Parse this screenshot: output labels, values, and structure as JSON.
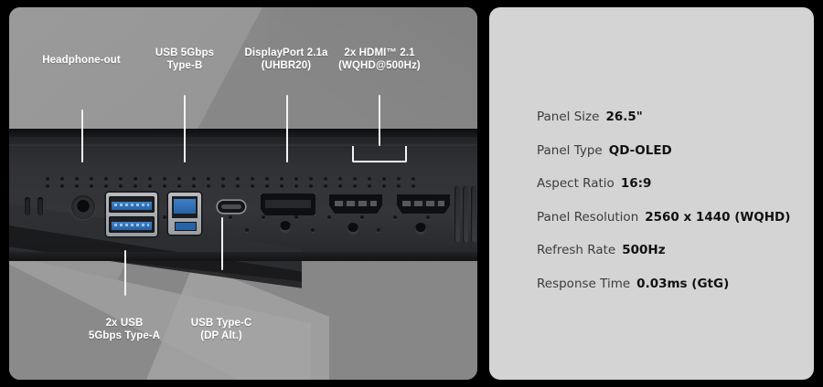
{
  "left_panel": {
    "name": "monitor-io-photo",
    "callouts_top": [
      {
        "id": "headphone-out",
        "text": "Headphone-out"
      },
      {
        "id": "usb-type-b",
        "text": "USB 5Gbps\nType-B"
      },
      {
        "id": "displayport",
        "text": "DisplayPort 2.1a\n(UHBR20)"
      },
      {
        "id": "hdmi",
        "text": "2x HDMI™ 2.1\n(WQHD@500Hz)"
      }
    ],
    "callouts_bottom": [
      {
        "id": "usb-type-a",
        "text": "2x USB\n5Gbps Type-A"
      },
      {
        "id": "usb-type-c",
        "text": "USB Type-C\n(DP Alt.)"
      }
    ],
    "ports": [
      {
        "id": "headphone-jack",
        "kind": "audio-jack"
      },
      {
        "id": "usb-a-upper",
        "kind": "usb-a"
      },
      {
        "id": "usb-a-lower",
        "kind": "usb-a"
      },
      {
        "id": "usb-b",
        "kind": "usb-b"
      },
      {
        "id": "usb-c",
        "kind": "usb-c"
      },
      {
        "id": "displayport",
        "kind": "displayport"
      },
      {
        "id": "hdmi-1",
        "kind": "hdmi"
      },
      {
        "id": "hdmi-2",
        "kind": "hdmi"
      }
    ]
  },
  "spec_panel": {
    "name": "panel-specifications",
    "rows": [
      {
        "label": "Panel Size",
        "value": "26.5\""
      },
      {
        "label": "Panel Type",
        "value": "QD-OLED"
      },
      {
        "label": "Aspect Ratio",
        "value": "16:9"
      },
      {
        "label": "Panel Resolution",
        "value": "2560 x 1440 (WQHD)"
      },
      {
        "label": "Refresh Rate",
        "value": "500Hz"
      },
      {
        "label": "Response Time",
        "value": "0.03ms (GtG)"
      }
    ]
  },
  "colors": {
    "page_background": "#000000",
    "photo_background": "#8e8e8e",
    "chassis": "#343538",
    "spec_background": "#d4d4d4",
    "callout_text": "#ffffff",
    "spec_label": "#3c3c3c",
    "spec_value": "#111111",
    "usb_blue": "#2763a6"
  }
}
